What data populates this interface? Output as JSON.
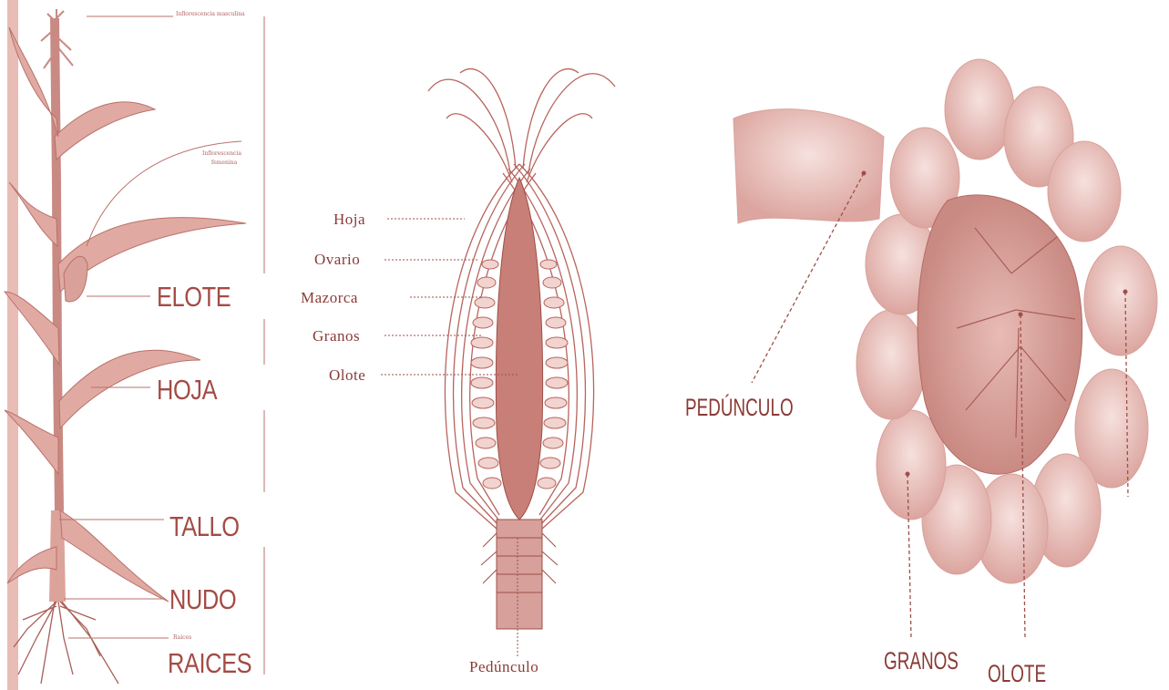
{
  "plant": {
    "male_inflorescence": "Inflorescencia masculina",
    "female_inflorescence_line1": "Inflorescencia",
    "female_inflorescence_line2": "femenina",
    "elote": "ELOTE",
    "hoja": "HOJA",
    "tallo": "TALLO",
    "nudo": "NUDO",
    "raices_small": "Raíces",
    "raices": "RAICES"
  },
  "section": {
    "hoja": "Hoja",
    "ovario": "Ovario",
    "mazorca": "Mazorca",
    "granos": "Granos",
    "olote": "Olote",
    "peduncle": "Pedúnculo"
  },
  "photo": {
    "pedunculo": "PEDÚNCULO",
    "granos": "GRANOS",
    "olote": "OLOTE"
  },
  "colors": {
    "ink": "#a34b46",
    "fill": "#e6b4ae",
    "pale": "#f3dcd8"
  }
}
